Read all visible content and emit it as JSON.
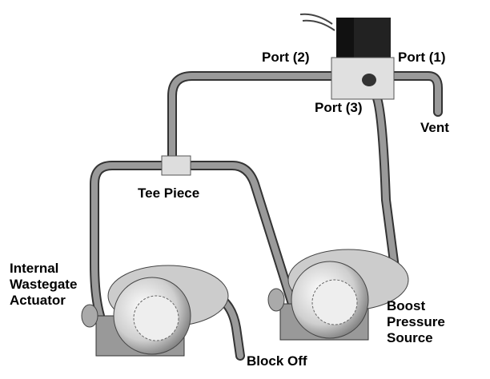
{
  "labels": {
    "port2": "Port (2)",
    "port1": "Port (1)",
    "port3": "Port (3)",
    "vent": "Vent",
    "tee_piece": "Tee Piece",
    "wastegate": [
      "Internal",
      "Wastegate",
      "Actuator"
    ],
    "boost": [
      "Boost",
      "Pressure",
      "Source"
    ],
    "block_off": "Block Off"
  }
}
